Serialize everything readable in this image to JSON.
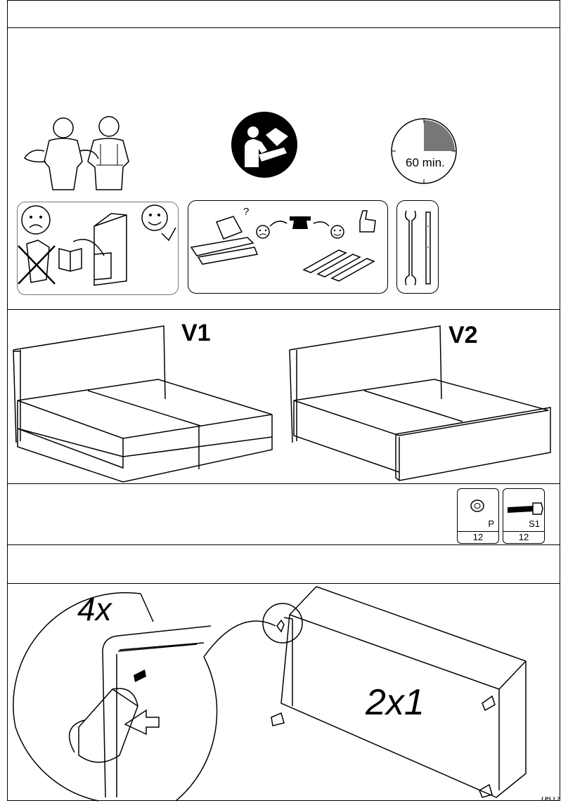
{
  "timer": {
    "label": "60 min."
  },
  "help_panel": {
    "question": "?"
  },
  "variants": [
    {
      "label": "V1"
    },
    {
      "label": "V2"
    }
  ],
  "parts": [
    {
      "code": "P",
      "qty": "12",
      "icon": "washer-icon"
    },
    {
      "code": "S1",
      "qty": "12",
      "icon": "bolt-icon"
    }
  ],
  "step": {
    "zoom_count": "4x",
    "assembly_count": "2x1"
  },
  "footer": {
    "code": "LPS 1.2"
  }
}
